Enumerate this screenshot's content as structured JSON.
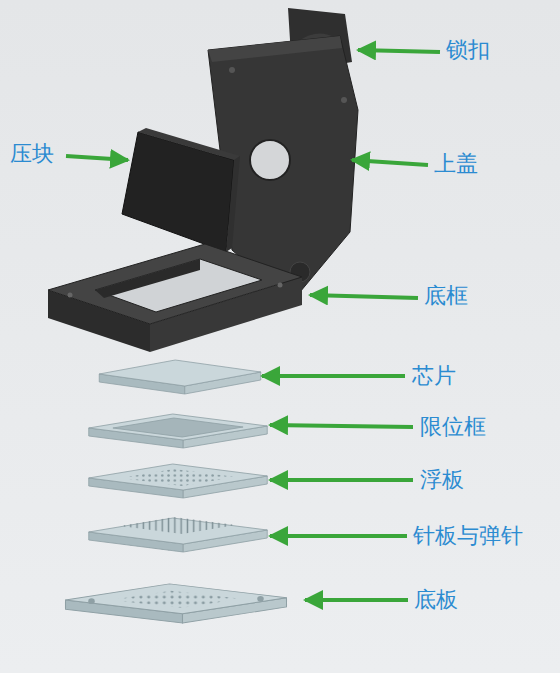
{
  "diagram": {
    "labels": [
      "锁扣",
      "压块",
      "上盖",
      "底框",
      "芯片",
      "限位框",
      "浮板",
      "针板与弹针",
      "底板"
    ]
  }
}
